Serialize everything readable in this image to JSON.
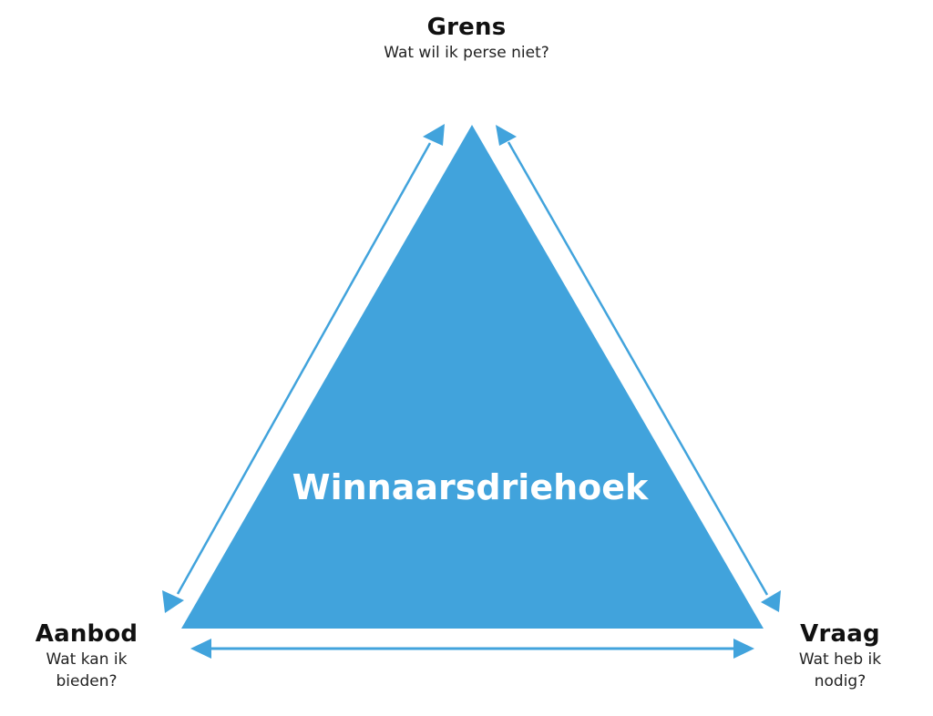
{
  "diagram": {
    "center_title": "Winnaarsdriehoek",
    "colors": {
      "primary": "#41A3DC",
      "text": "#111111"
    },
    "nodes": {
      "top": {
        "title": "Grens",
        "subtitle": "Wat wil ik perse niet?"
      },
      "left": {
        "title": "Aanbod",
        "subtitle_line1": "Wat kan ik",
        "subtitle_line2": "bieden?"
      },
      "right": {
        "title": "Vraag",
        "subtitle_line1": "Wat heb ik",
        "subtitle_line2": "nodig?"
      }
    },
    "arrows": [
      "top-left-bidirectional",
      "top-right-bidirectional",
      "bottom-bidirectional"
    ]
  }
}
